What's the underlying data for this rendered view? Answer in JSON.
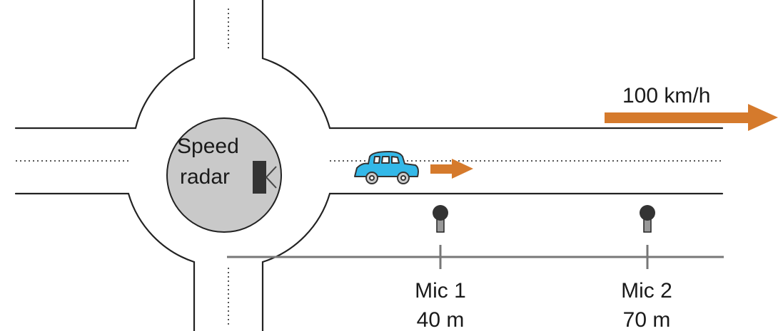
{
  "radar": {
    "line1": "Speed",
    "line2": "radar"
  },
  "speed_arrow": {
    "label": "100 km/h",
    "color": "#d57a2c"
  },
  "car_arrow": {
    "color": "#d57a2c"
  },
  "car": {
    "color": "#33b8e8"
  },
  "island": {
    "color": "#c9c9c9"
  },
  "mics": [
    {
      "name": "Mic 1",
      "distance": "40 m"
    },
    {
      "name": "Mic 2",
      "distance": "70 m"
    }
  ]
}
